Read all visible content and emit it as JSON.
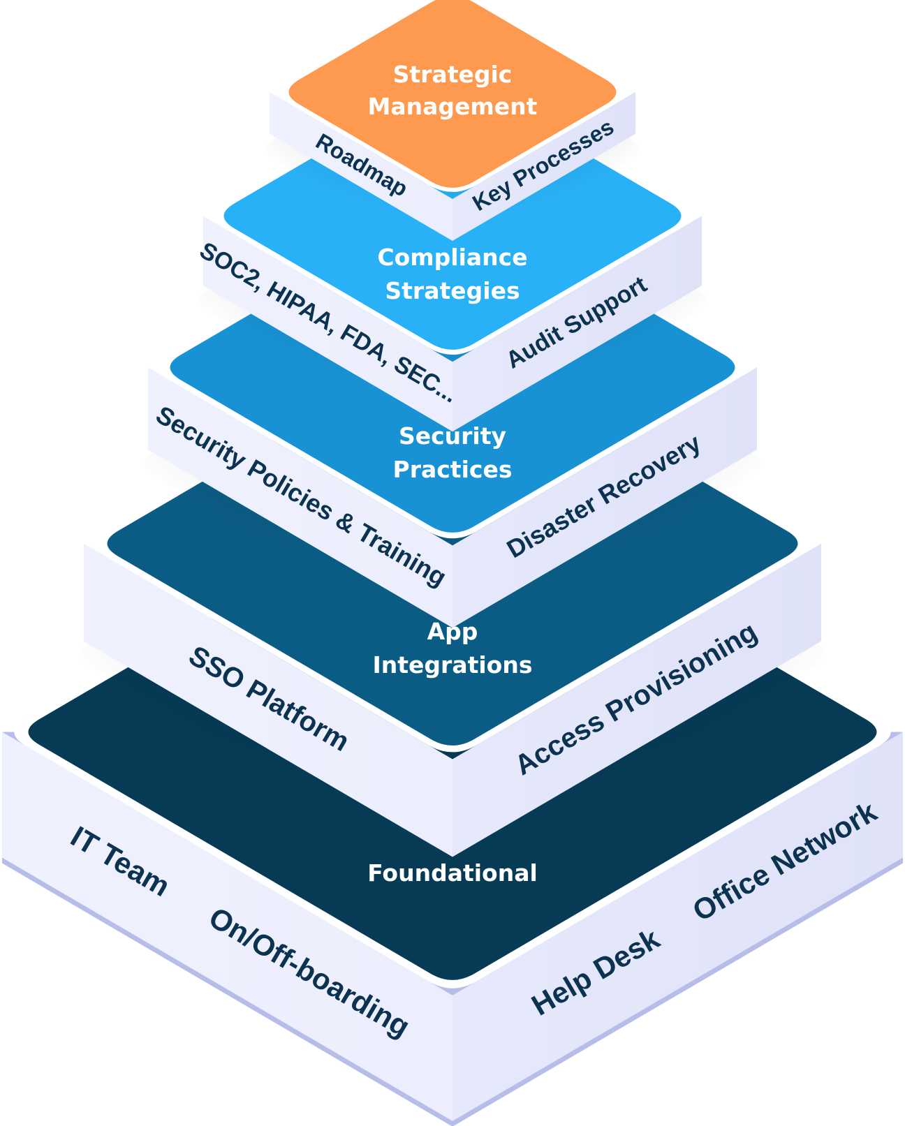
{
  "diagram": {
    "type": "isometric-pyramid",
    "side_color": "#eef0fd",
    "side_color_right": "#e2e4f8",
    "base_shadow_color": "#b7bde9",
    "side_text_color": "#0b3350",
    "layers": [
      {
        "id": "strategic-management",
        "title_lines": [
          "Strategic",
          "Management"
        ],
        "color": "#fd9a50",
        "left_label": "Roadmap",
        "right_label": "Key Processes"
      },
      {
        "id": "compliance-strategies",
        "title_lines": [
          "Compliance",
          "Strategies"
        ],
        "color": "#29b1f7",
        "left_label": "SOC2, HIPAA, FDA, SEC...",
        "right_label": "Audit Support"
      },
      {
        "id": "security-practices",
        "title_lines": [
          "Security",
          "Practices"
        ],
        "color": "#1892d4",
        "left_label": "Security Policies & Training",
        "right_label": "Disaster Recovery"
      },
      {
        "id": "app-integrations",
        "title_lines": [
          "App",
          "Integrations"
        ],
        "color": "#0b5c85",
        "left_label": "SSO Platform",
        "right_label": "Access Provisioning"
      },
      {
        "id": "foundational",
        "title_lines": [
          "Foundational"
        ],
        "color": "#063a55",
        "left_labels": [
          "IT Team",
          "On/Off-boarding"
        ],
        "right_labels": [
          "Help Desk",
          "Office Network"
        ]
      }
    ]
  }
}
